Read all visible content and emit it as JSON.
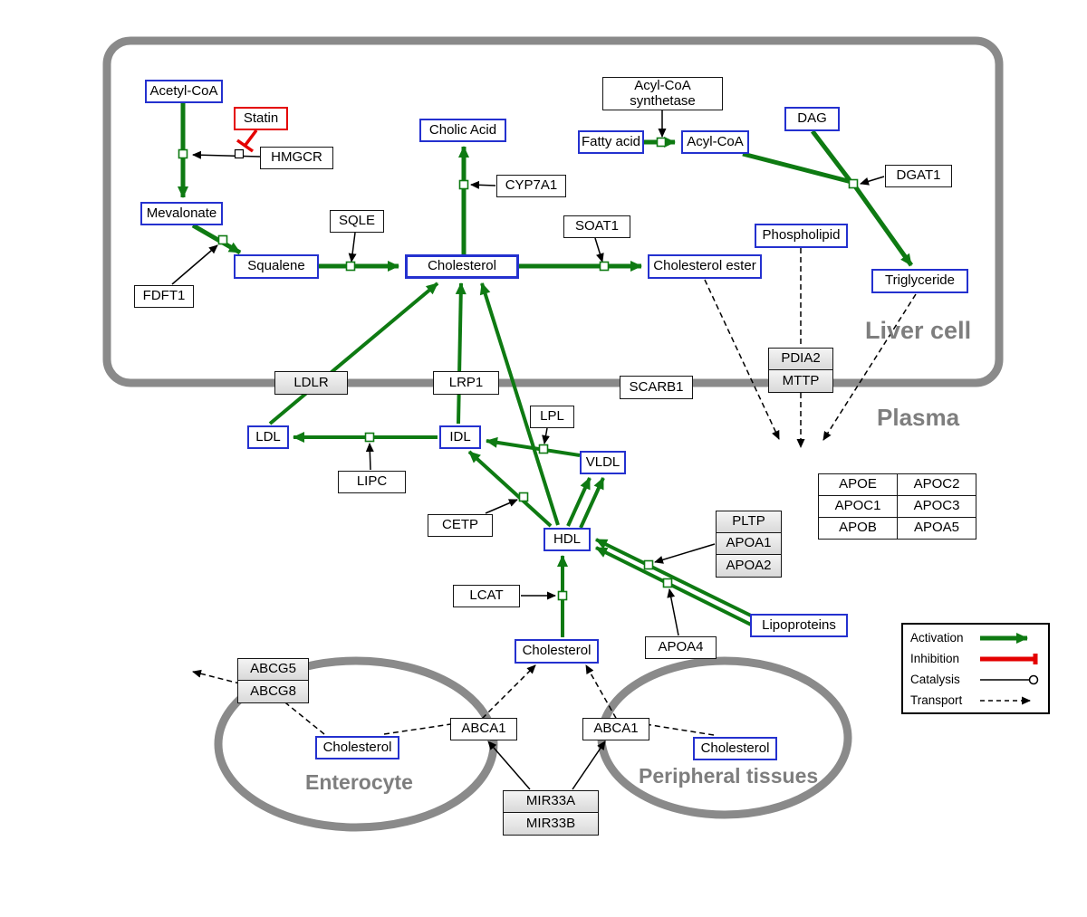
{
  "diagram": {
    "compartments": {
      "liver_label": "Liver cell",
      "plasma_label": "Plasma",
      "enterocyte_label": "Enterocyte",
      "peripheral_label": "Peripheral tissues"
    },
    "nodes": {
      "acetyl_coa": "Acetyl-CoA",
      "statin": "Statin",
      "hmgcr": "HMGCR",
      "mevalonate": "Mevalonate",
      "fdft1": "FDFT1",
      "squalene": "Squalene",
      "sqle": "SQLE",
      "cholic_acid": "Cholic Acid",
      "cyp7a1": "CYP7A1",
      "cholesterol_liver": "Cholesterol",
      "soat1": "SOAT1",
      "cholesterol_ester": "Cholesterol ester",
      "acyl_coa_synthetase": "Acyl-CoA synthetase",
      "fatty_acid": "Fatty acid",
      "acyl_coa": "Acyl-CoA",
      "dag": "DAG",
      "dgat1": "DGAT1",
      "phospholipid": "Phospholipid",
      "triglyceride": "Triglyceride",
      "ldlr": "LDLR",
      "lrp1": "LRP1",
      "scarb1": "SCARB1",
      "pdia2": "PDIA2",
      "mttp": "MTTP",
      "ldl": "LDL",
      "idl": "IDL",
      "lpl": "LPL",
      "vldl": "VLDL",
      "lipc": "LIPC",
      "cetp": "CETP",
      "hdl": "HDL",
      "pltp": "PLTP",
      "apoa1": "APOA1",
      "apoa2": "APOA2",
      "lcat": "LCAT",
      "apoa4": "APOA4",
      "lipoproteins": "Lipoproteins",
      "cholesterol_plasma": "Cholesterol",
      "abcg5": "ABCG5",
      "abcg8": "ABCG8",
      "cholesterol_enterocyte": "Cholesterol",
      "abca1_enterocyte": "ABCA1",
      "abca1_peripheral": "ABCA1",
      "cholesterol_peripheral": "Cholesterol",
      "mir33a": "MIR33A",
      "mir33b": "MIR33B"
    },
    "apo_table": {
      "rows": [
        [
          "APOE",
          "APOC2"
        ],
        [
          "APOC1",
          "APOC3"
        ],
        [
          "APOB",
          "APOA5"
        ]
      ]
    },
    "legend": {
      "activation": "Activation",
      "inhibition": "Inhibition",
      "catalysis": "Catalysis",
      "transport": "Transport"
    },
    "colors": {
      "activation_green": "#0e7a12",
      "inhibition_red": "#e40000",
      "metabolite_border_blue": "#2431cf",
      "compartment_gray": "#8a8a8a"
    }
  }
}
